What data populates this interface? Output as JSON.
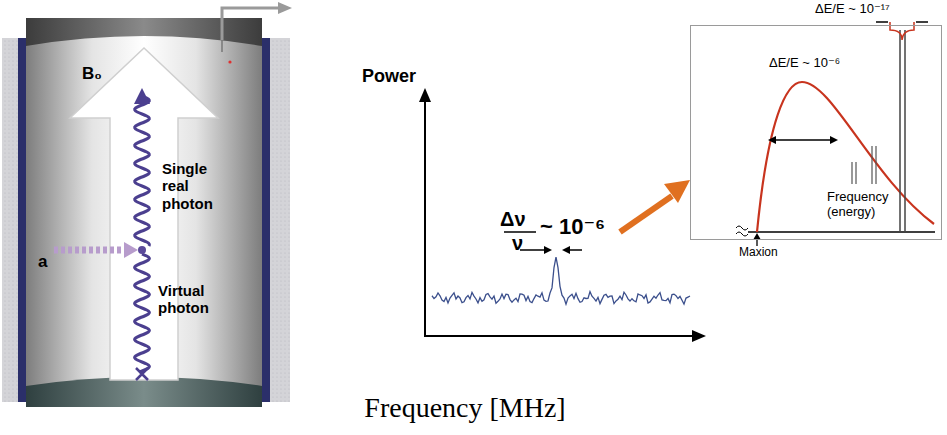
{
  "diagram": {
    "nodes": [
      {
        "text": [
          "B₀",
          "Single real photon",
          "a",
          "Virtual photon"
        ]
      },
      {
        "text": [
          "ΔE/E ~ 10⁻⁶",
          "Maxion",
          "Frequency (energy)"
        ]
      }
    ],
    "labels": [
      "Power",
      "Δν",
      "ν",
      "~ 10⁻⁶",
      "ΔE/E ~ 10⁻¹⁷",
      "Frequency [MHz]"
    ]
  }
}
